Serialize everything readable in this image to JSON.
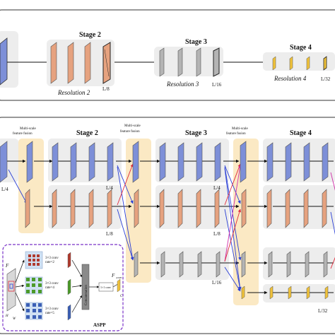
{
  "top": {
    "stage2": "Stage 2",
    "stage3": "Stage 3",
    "stage4": "Stage 4",
    "res2": "Resolution 2",
    "res3": "Resolution 3",
    "res4": "Resolution 4",
    "l8": "L/8",
    "l16": "L/16",
    "l32": "L/32"
  },
  "bottom": {
    "fusion1_a": "Multi-scale",
    "fusion1_b": "feature fusion",
    "fusion2_a": "Multi-scale",
    "fusion2_b": "feature fusion",
    "fusion3_a": "Multi-scale",
    "fusion3_b": "feature fusion",
    "stage2": "Stage 2",
    "stage3": "Stage 3",
    "stage4": "Stage 4",
    "l4_a": "L/4",
    "l4_b": "L/4",
    "l4_c": "L/4",
    "l8_a": "L/8",
    "l8_b": "L/8",
    "l16": "L/16",
    "l32": "L/32"
  },
  "aspp": {
    "title": "ASPP",
    "f": "F",
    "f_aspp": "F",
    "f_aspp_sub": "ASPP",
    "conv1": "3×3 conv",
    "rate1": "rate=2",
    "conv2": "3×3 conv",
    "rate2": "rate=4",
    "conv3": "3×3 conv",
    "rate3": "rate=5",
    "concat": "Concatenation",
    "onebyone": "1×1 conv",
    "h": "H",
    "w": "W",
    "c": "C"
  },
  "colors": {
    "blue": "#7d8fd8",
    "orange": "#e6a27f",
    "gray": "#b4b4b4",
    "yellow": "#f0c23a",
    "fusion_bg": "#fbe9c4",
    "stage_bg": "#ededed",
    "purple": "#7a33c8",
    "red": "#e0293b",
    "magenta": "#d12ea9",
    "arrow_blue": "#2a3fd6"
  }
}
